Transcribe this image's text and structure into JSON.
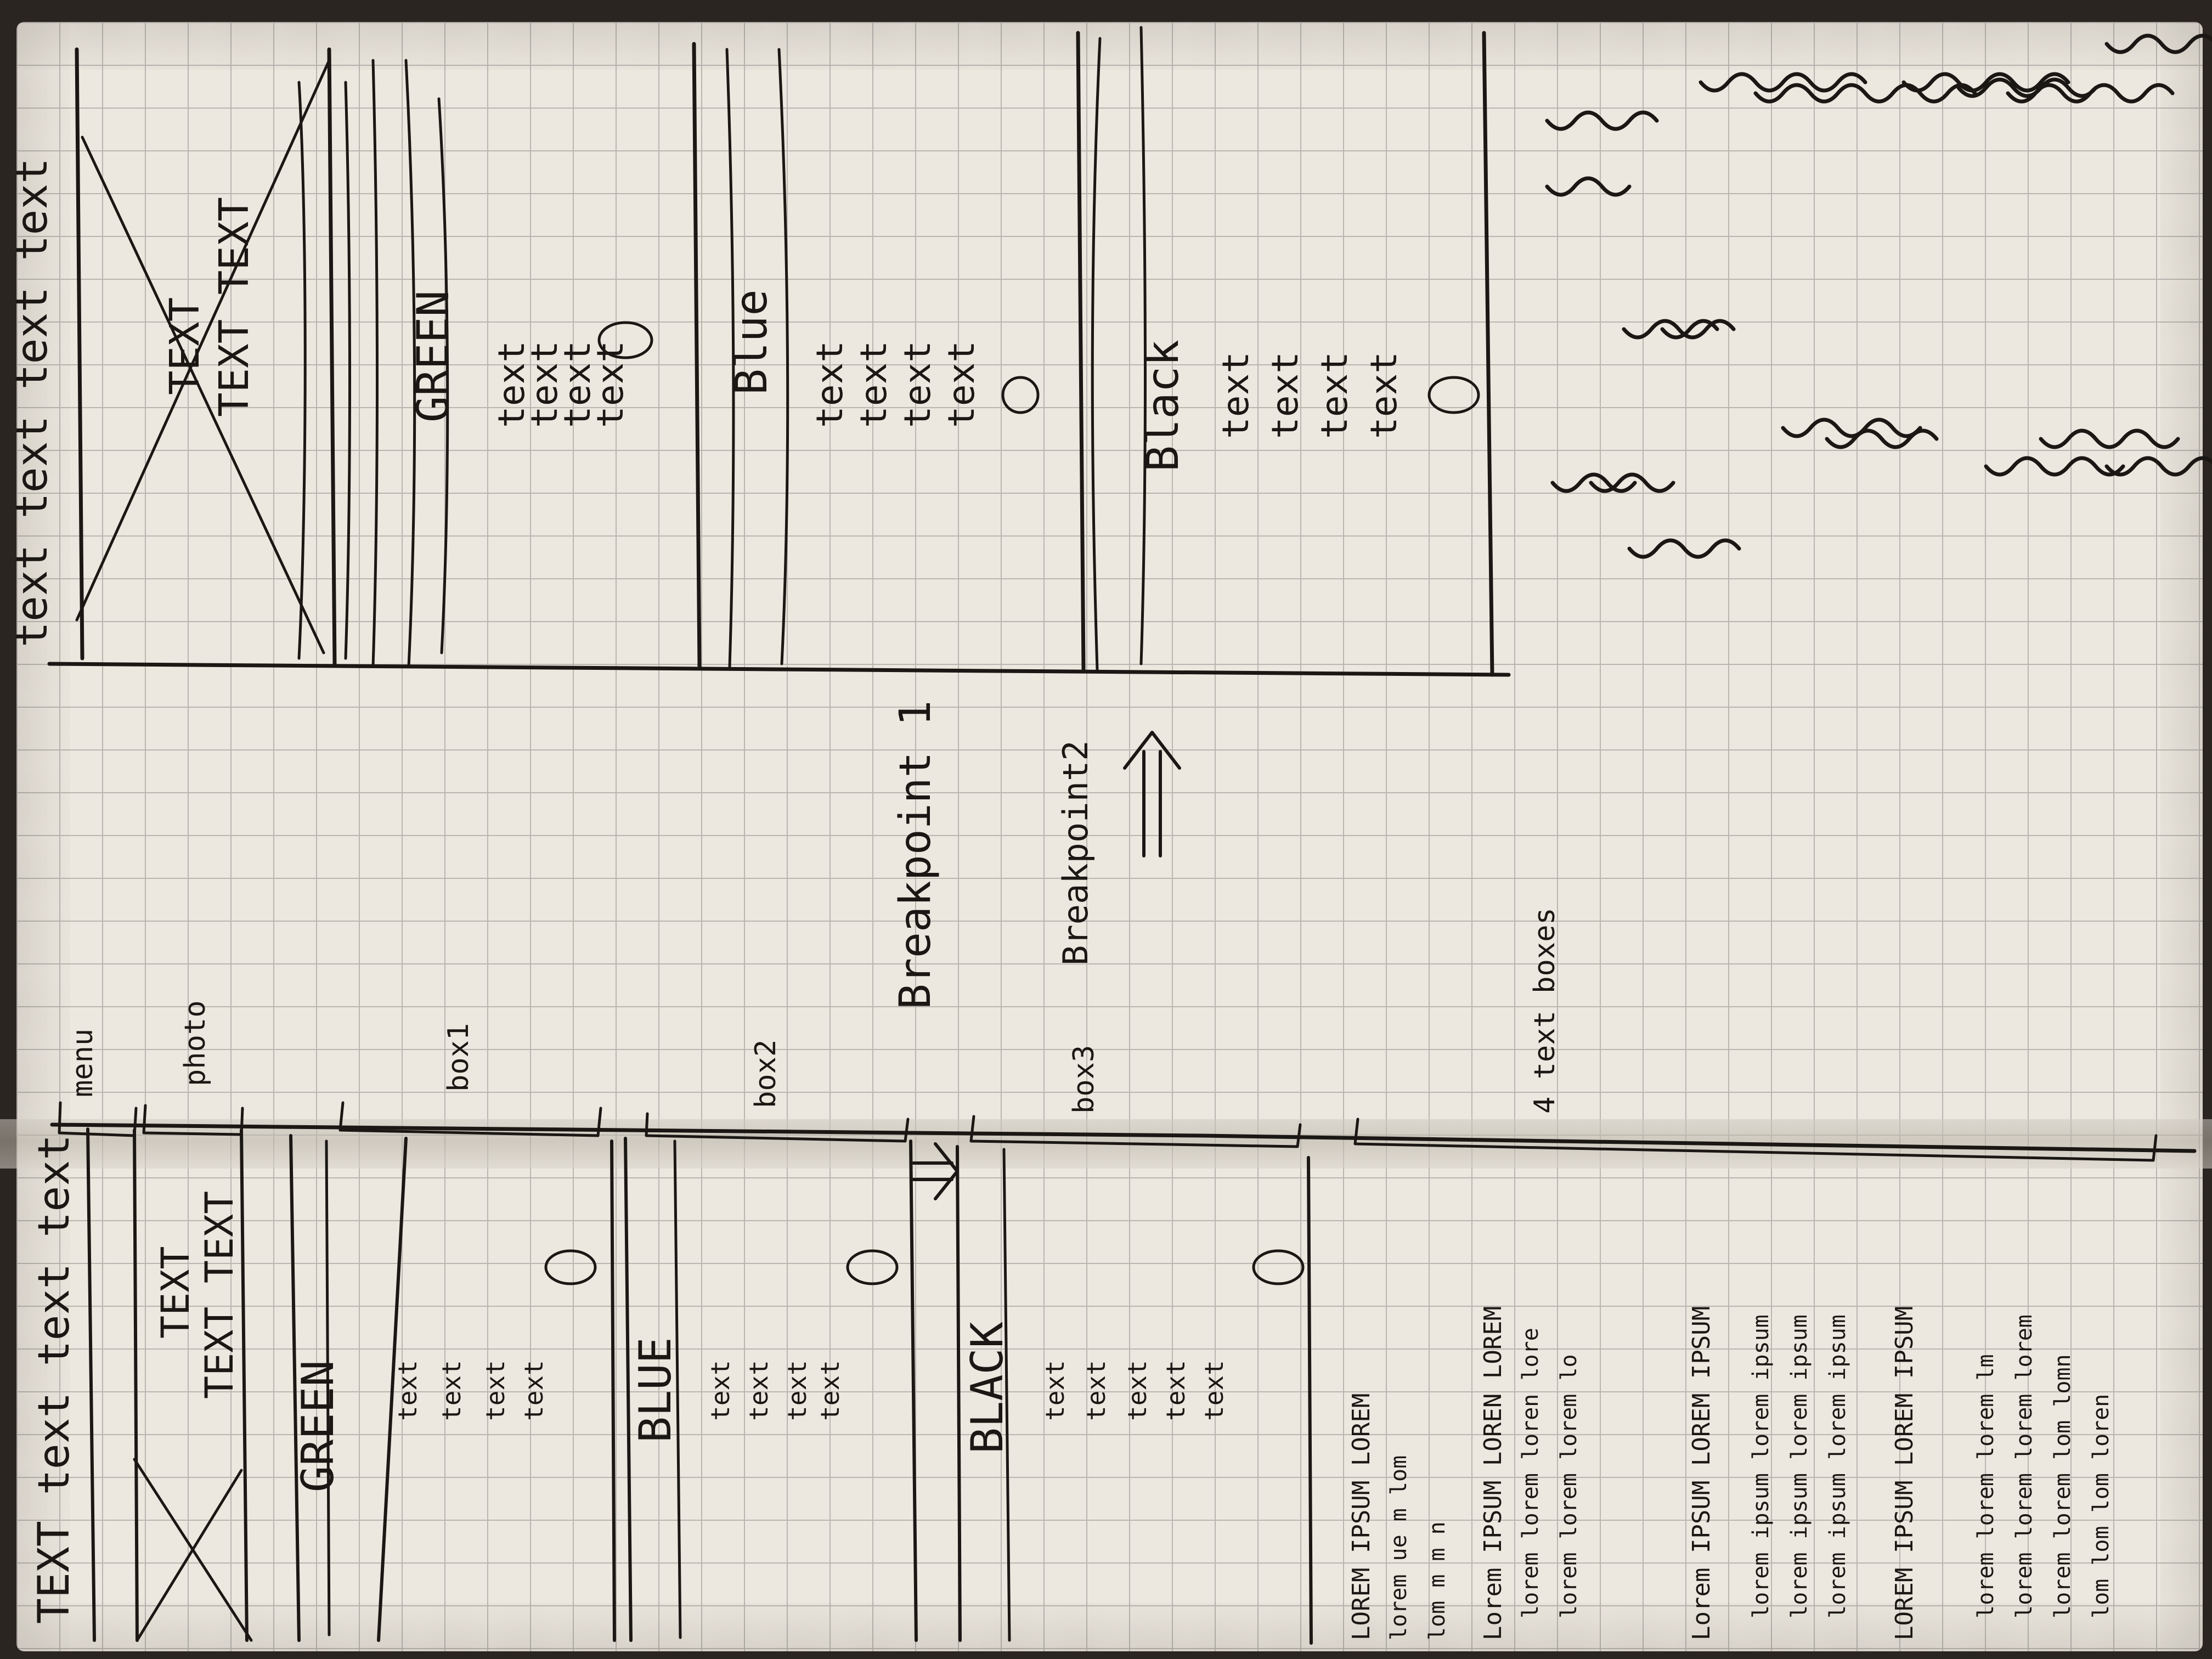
{
  "mobile_sketch": {
    "header_text": "TEXT text text text",
    "photo_label_1": "TEXT",
    "photo_label_2": "TEXT TEXT",
    "boxes": [
      {
        "title": "GREEN",
        "items": [
          "text",
          "text",
          "text",
          "text"
        ]
      },
      {
        "title": "BLUE",
        "items": [
          "text",
          "text",
          "text",
          "text"
        ]
      },
      {
        "title": "BLACK",
        "items": [
          "text",
          "text",
          "text",
          "text",
          "text"
        ]
      }
    ],
    "lorem_blocks": [
      {
        "title": "LOREM IPSUM LOREM",
        "lines": [
          "lorem ue m lom",
          "lom m m n"
        ]
      },
      {
        "title": "Lorem IPSUM LOREN LOREM",
        "lines": [
          "lorem lorem loren lore",
          "lorem lorem lorem lo"
        ]
      },
      {
        "title": "Lorem IPSUM LOREM IPSUM",
        "lines": [
          "lorem ipsum lorem ipsum",
          "lorem ipsum lorem ipsum",
          "lorem ipsum lorem ipsum"
        ]
      },
      {
        "title": "LOREM IPSUM LOREM IPSUM",
        "lines": [
          "lorem lorem lorem lm",
          "lorem lorem lorem lorem",
          "lorem lorem lom lomn",
          "lom lom lom loren"
        ]
      }
    ]
  },
  "annotations": {
    "menu": "menu",
    "photo": "photo",
    "box1": "box1",
    "box2": "box2",
    "box3": "box3",
    "text_boxes": "4 text boxes",
    "breakpoint1": "Breakpoint 1",
    "breakpoint2": "Breakpoint2"
  },
  "wide_sketch": {
    "header_text": "text text text text",
    "photo_label_1": "TEXT",
    "photo_label_2": "TEXT TEXT",
    "boxes": [
      {
        "title": "GREEN",
        "items": [
          "text",
          "text",
          "text",
          "text"
        ]
      },
      {
        "title": "Blue",
        "items": [
          "text",
          "text",
          "text",
          "text"
        ]
      },
      {
        "title": "Black",
        "items": [
          "text",
          "text",
          "text",
          "text"
        ]
      }
    ]
  }
}
